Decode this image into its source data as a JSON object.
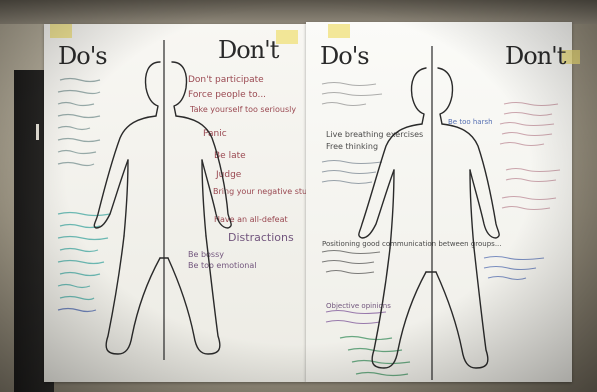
{
  "left_poster": {
    "dos_heading": "Do's",
    "donts_heading": "Don't",
    "dont_notes": [
      "Don't participate",
      "Force people to...",
      "Take yourself too seriously",
      "Panic",
      "Be late",
      "Judge",
      "Bring your negative stuff",
      "Have an all-defeat",
      "Distractions",
      "Be bossy",
      "Be too emotional"
    ]
  },
  "right_poster": {
    "dos_heading": "Do's",
    "donts_heading": "Don't",
    "do_notes": [
      "Live breathing exercises",
      "Free thinking",
      "Positioning good communication between groups...",
      "Objective opinions"
    ],
    "dont_notes": [
      "Be too harsh"
    ]
  },
  "colors": {
    "poster": "#f7f6f1",
    "marker_dark": "#2c2c2c",
    "marker_red": "#8a2a35",
    "marker_green": "#2f8a55",
    "marker_blue": "#3b59a8"
  }
}
